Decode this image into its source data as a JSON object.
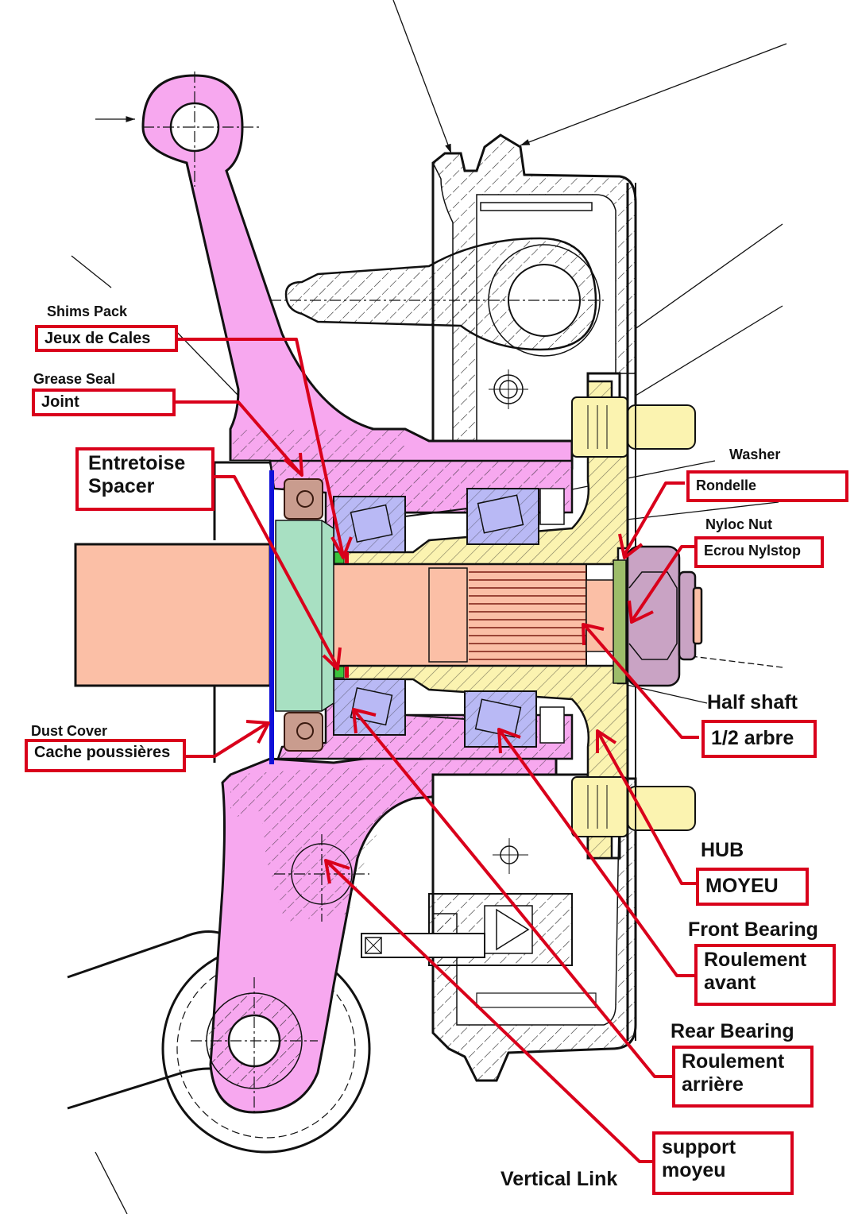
{
  "title": "Rear hub assembly cross-section (bilingual annotations)",
  "colors": {
    "vertical_link": "#f7a8ef",
    "half_shaft": "#fbbfa6",
    "hub": "#fbf3b0",
    "bearing": "#b9b9f5",
    "spacer_green": "#a8e0c2",
    "seal": "#c99c8e",
    "dust_cover": "#1010d8",
    "washer": "#9dbd6a",
    "nut": "#c9a3c4",
    "annotation": "#d9001b",
    "outline": "#111111"
  },
  "labels": {
    "shims": {
      "en": "Shims Pack",
      "fr": "Jeux de Cales"
    },
    "grease_seal": {
      "en": "Grease Seal",
      "fr": "Joint"
    },
    "spacer": {
      "fr_line1": "Entretoise",
      "fr_line2": "Spacer"
    },
    "dust_cover": {
      "en": "Dust Cover",
      "fr": "Cache poussières"
    },
    "washer": {
      "en": "Washer",
      "fr": "Rondelle"
    },
    "nyloc": {
      "en": "Nyloc Nut",
      "fr": "Ecrou Nylstop"
    },
    "half_shaft": {
      "en": "Half shaft",
      "fr": "1/2 arbre"
    },
    "hub": {
      "en": "HUB",
      "fr": "MOYEU"
    },
    "front_bearing": {
      "en": "Front Bearing",
      "fr_line1": "Roulement",
      "fr_line2": "avant"
    },
    "rear_bearing": {
      "en": "Rear Bearing",
      "fr_line1": "Roulement",
      "fr_line2": "arrière"
    },
    "vertical_link": {
      "en": "Vertical Link",
      "fr_line1": "support",
      "fr_line2": "moyeu"
    }
  }
}
